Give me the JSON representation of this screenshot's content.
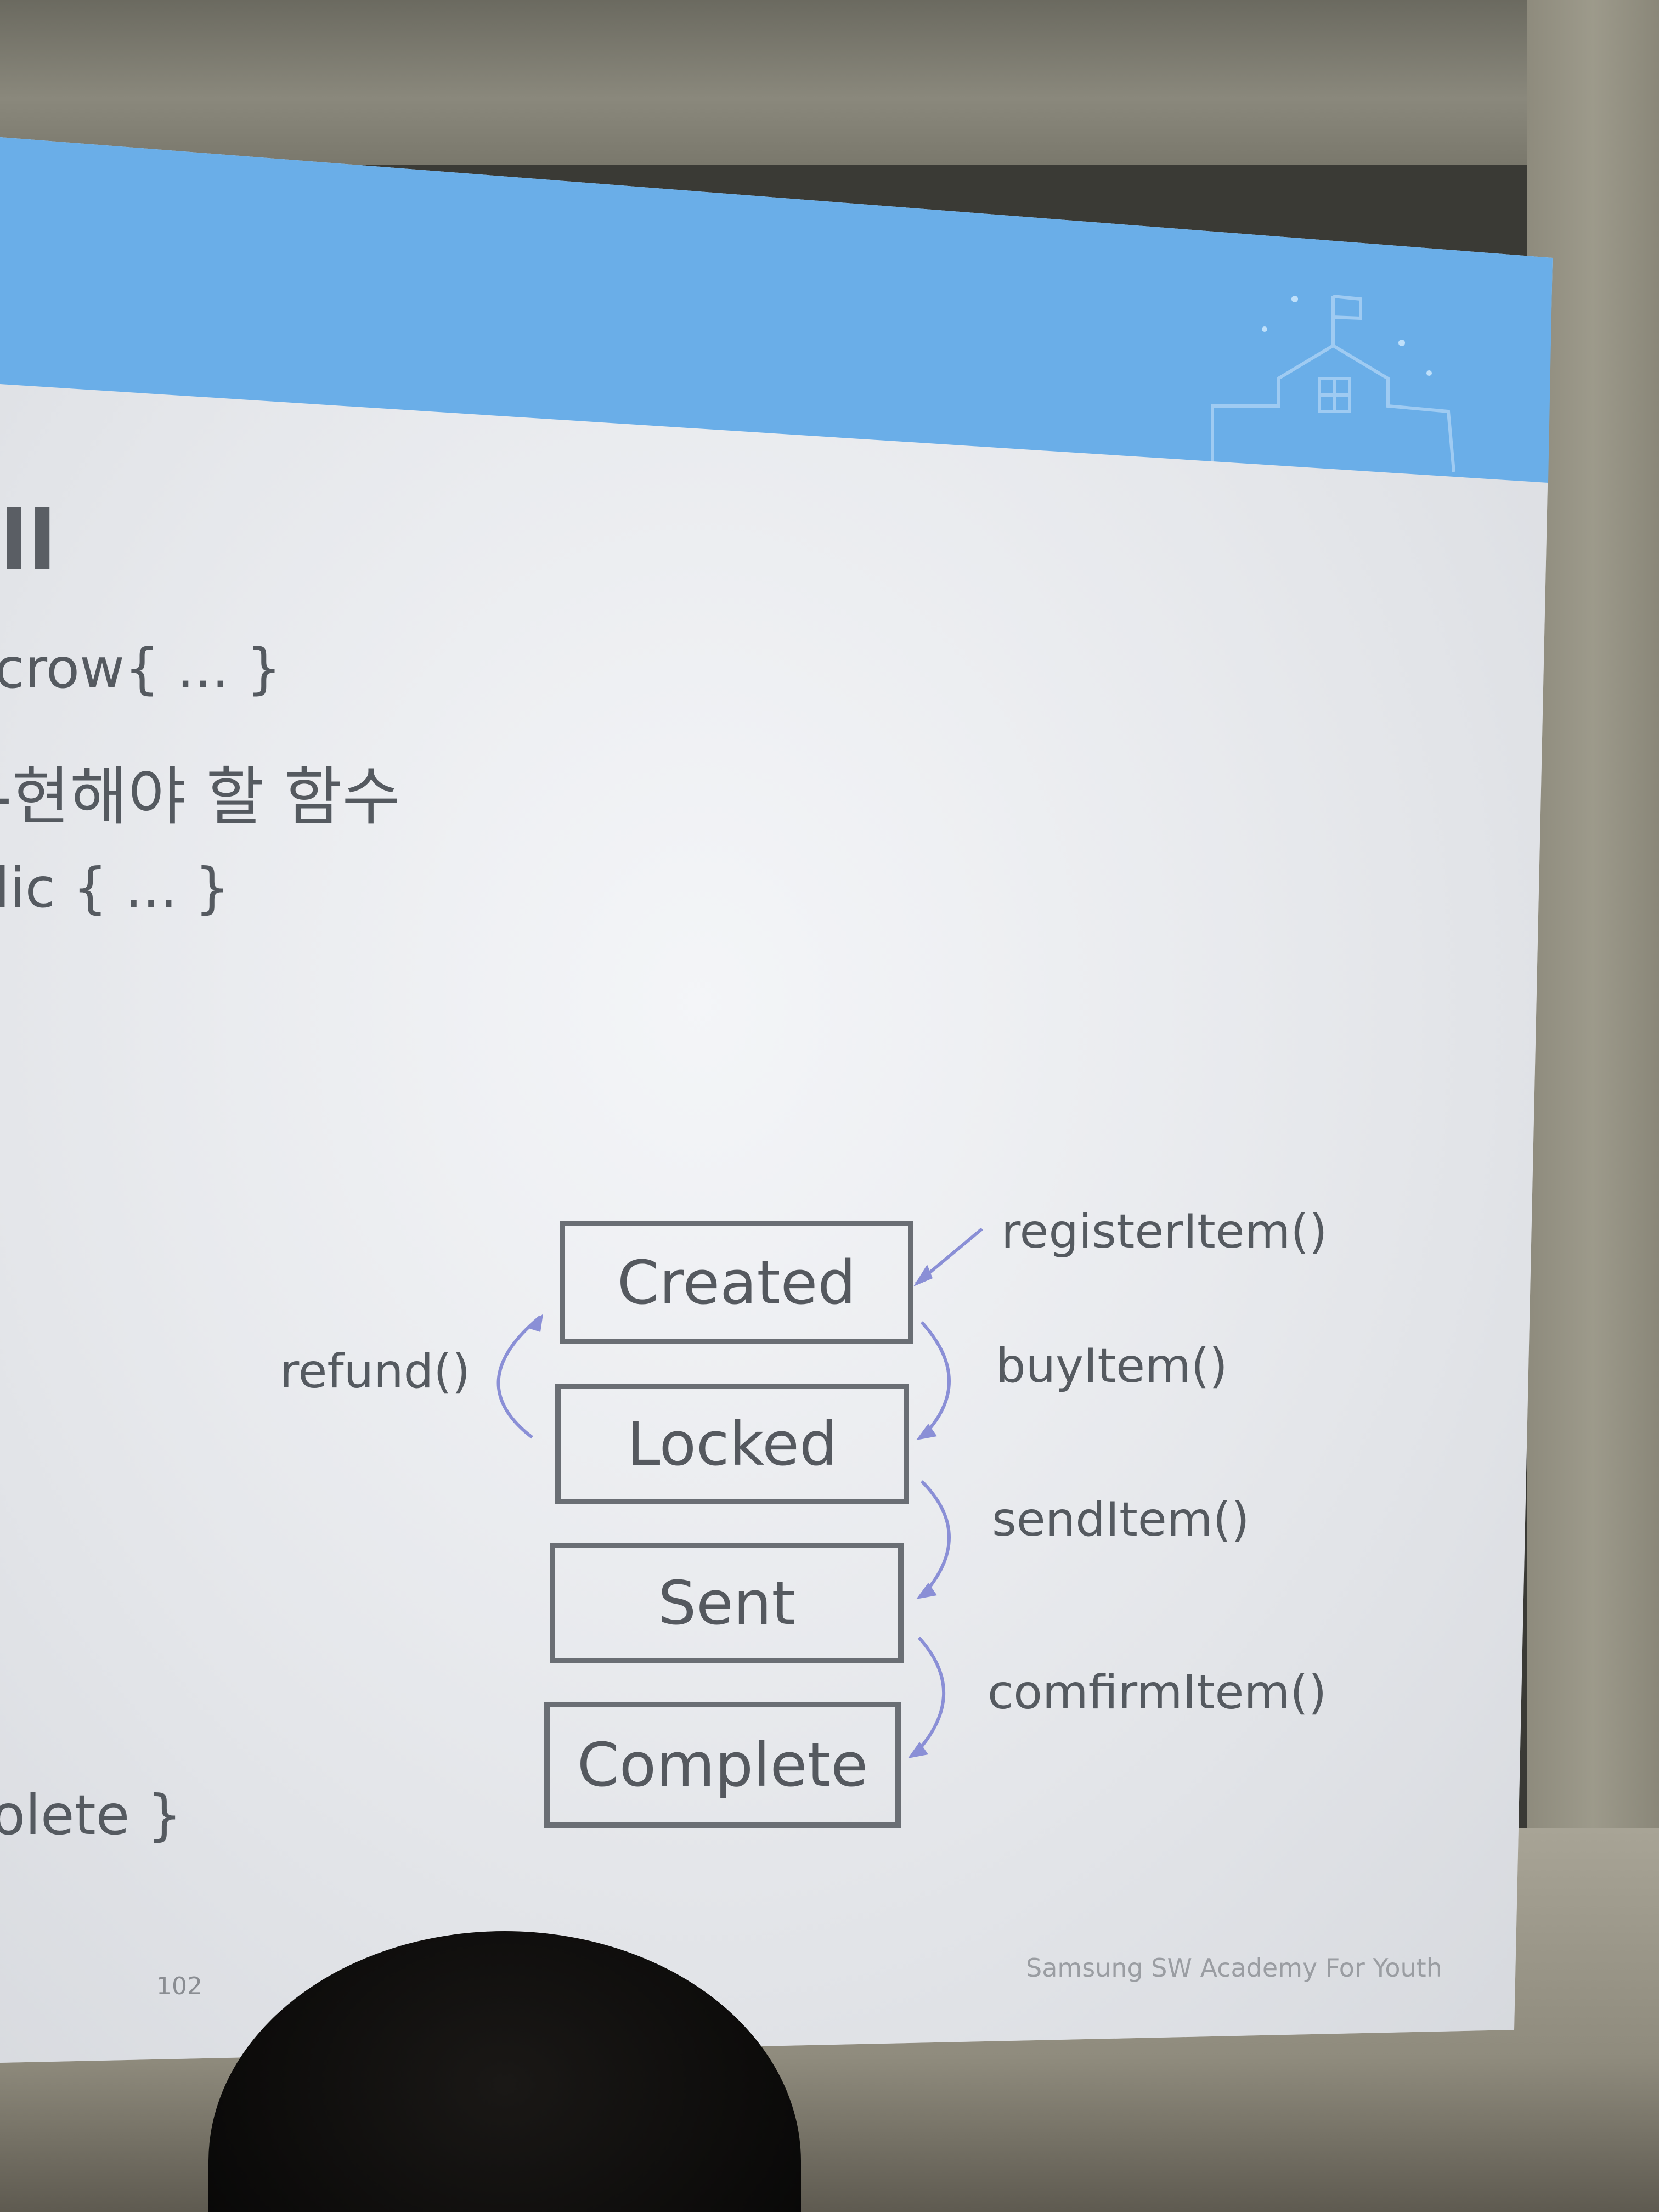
{
  "slide": {
    "left_fragments": {
      "heading_fragment": "ll",
      "escrow_line": "crow{ ... }",
      "korean_line": "-현해야 할 함수",
      "public_line": "lic { ... }",
      "complete_line": "olete }"
    },
    "page_number": "102",
    "footer": "Samsung SW Academy For Youth",
    "banner_color": "#6aaee8"
  },
  "diagram": {
    "states": [
      "Created",
      "Locked",
      "Sent",
      "Complete"
    ],
    "transitions": [
      {
        "label": "registerItem()"
      },
      {
        "label": "buyItem()"
      },
      {
        "label": "sendItem()"
      },
      {
        "label": "comfirmItem()"
      }
    ],
    "refund_label": "refund()"
  }
}
